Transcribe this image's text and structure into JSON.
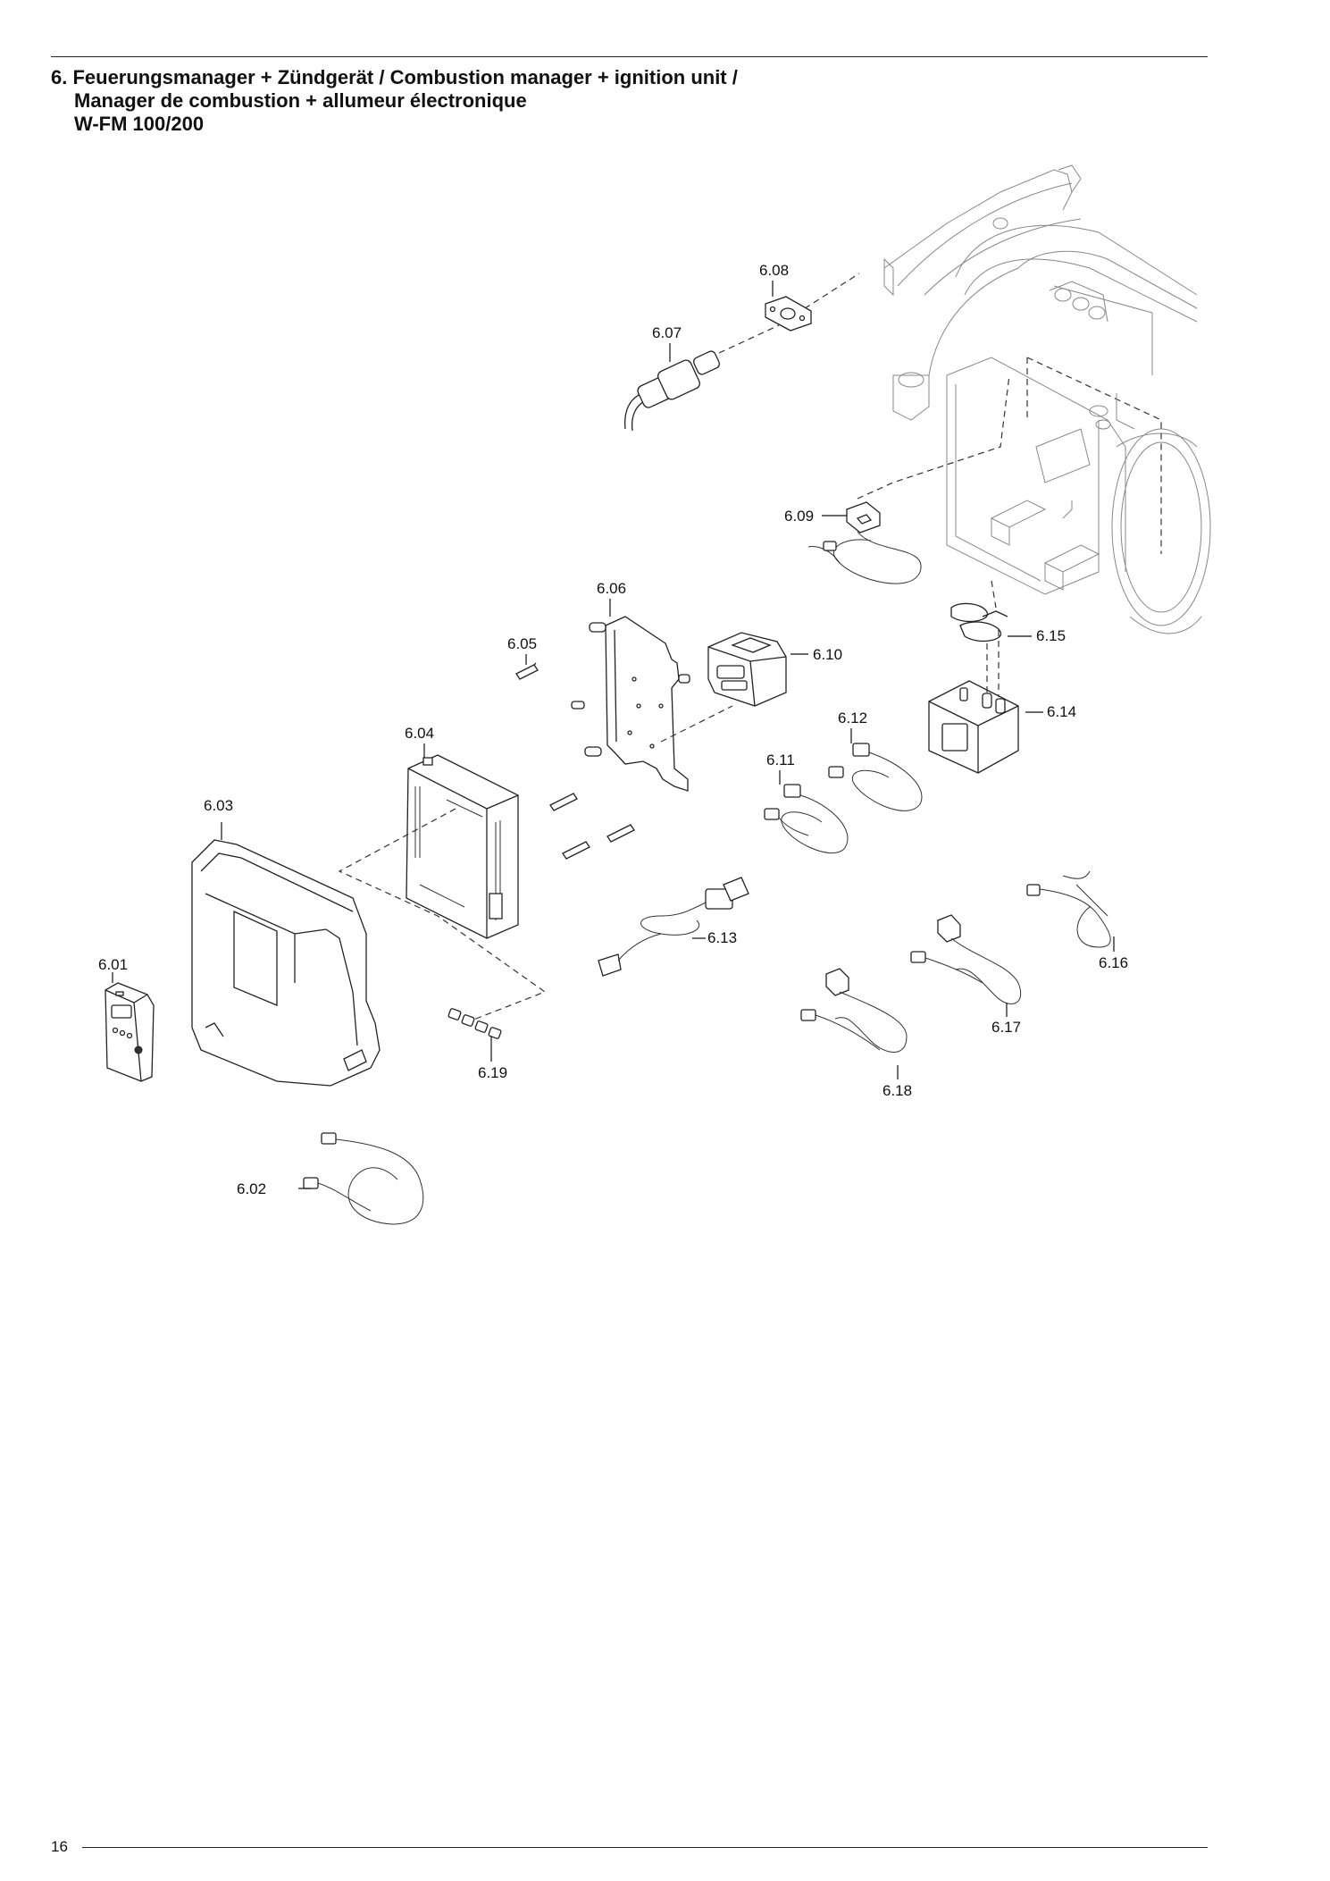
{
  "header": {
    "title_lines": [
      "6. Feuerungsmanager + Zündgerät / Combustion manager + ignition unit /",
      "Manager de combustion + allumeur électronique",
      "W-FM 100/200"
    ]
  },
  "footer": {
    "page_number": "16"
  },
  "parts": {
    "p601": "6.01",
    "p602": "6.02",
    "p603": "6.03",
    "p604": "6.04",
    "p605": "6.05",
    "p606": "6.06",
    "p607": "6.07",
    "p608": "6.08",
    "p609": "6.09",
    "p610": "6.10",
    "p611": "6.11",
    "p612": "6.12",
    "p613": "6.13",
    "p614": "6.14",
    "p615": "6.15",
    "p616": "6.16",
    "p617": "6.17",
    "p618": "6.18",
    "p619": "6.19"
  }
}
